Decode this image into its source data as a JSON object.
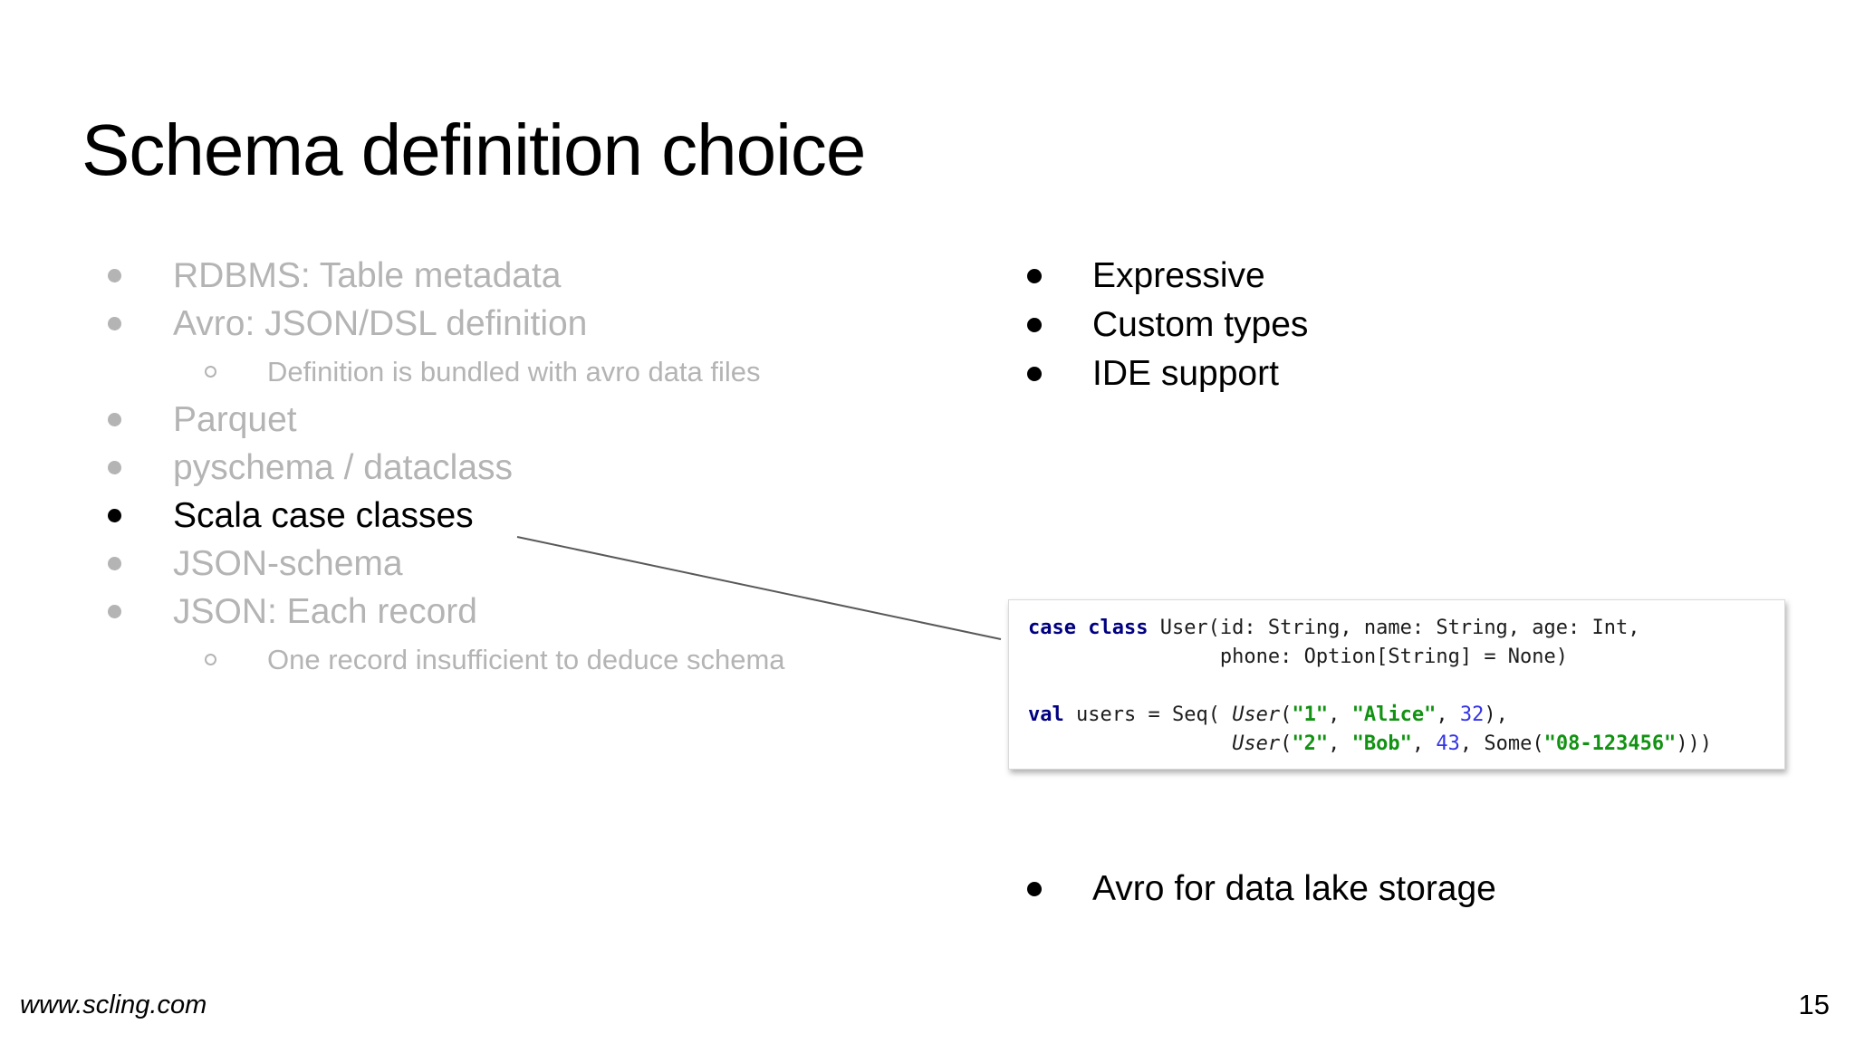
{
  "slide": {
    "title": "Schema definition choice",
    "footer": {
      "site": "www.scling.com",
      "page_number": "15"
    }
  },
  "left_list": {
    "items": [
      {
        "text": "RDBMS: Table metadata",
        "level": 1,
        "state": "dimmed"
      },
      {
        "text": "Avro: JSON/DSL definition",
        "level": 1,
        "state": "dimmed"
      },
      {
        "text": "Definition is bundled with avro data files",
        "level": 2,
        "state": "dimmed"
      },
      {
        "text": "Parquet",
        "level": 1,
        "state": "dimmed"
      },
      {
        "text": "pyschema / dataclass",
        "level": 1,
        "state": "dimmed"
      },
      {
        "text": "Scala case classes",
        "level": 1,
        "state": "highlighted"
      },
      {
        "text": "JSON-schema",
        "level": 1,
        "state": "dimmed"
      },
      {
        "text": "JSON: Each record",
        "level": 1,
        "state": "dimmed"
      },
      {
        "text": "One record insufficient to deduce schema",
        "level": 2,
        "state": "dimmed"
      }
    ]
  },
  "right_list": {
    "items": [
      {
        "text": "Expressive"
      },
      {
        "text": "Custom types"
      },
      {
        "text": "IDE support"
      }
    ]
  },
  "bottom_note": {
    "text": "Avro for data lake storage"
  },
  "connector": {
    "from": "Scala case classes",
    "to": "code_block"
  },
  "code_block": {
    "language": "scala",
    "lines": [
      {
        "segments": [
          {
            "type": "kw",
            "text": "case class"
          },
          {
            "type": "plain",
            "text": " User(id: String, name: String, age: Int,"
          }
        ]
      },
      {
        "segments": [
          {
            "type": "plain",
            "text": "                phone: Option[String] = None)"
          }
        ]
      },
      {
        "segments": []
      },
      {
        "segments": [
          {
            "type": "kw",
            "text": "val"
          },
          {
            "type": "plain",
            "text": " users = Seq( "
          },
          {
            "type": "ital",
            "text": "User"
          },
          {
            "type": "plain",
            "text": "("
          },
          {
            "type": "str",
            "text": "\"1\""
          },
          {
            "type": "plain",
            "text": ", "
          },
          {
            "type": "str",
            "text": "\"Alice\""
          },
          {
            "type": "plain",
            "text": ", "
          },
          {
            "type": "num",
            "text": "32"
          },
          {
            "type": "plain",
            "text": "),"
          }
        ]
      },
      {
        "segments": [
          {
            "type": "plain",
            "text": "                 "
          },
          {
            "type": "ital",
            "text": "User"
          },
          {
            "type": "plain",
            "text": "("
          },
          {
            "type": "str",
            "text": "\"2\""
          },
          {
            "type": "plain",
            "text": ", "
          },
          {
            "type": "str",
            "text": "\"Bob\""
          },
          {
            "type": "plain",
            "text": ", "
          },
          {
            "type": "num",
            "text": "43"
          },
          {
            "type": "plain",
            "text": ", Some("
          },
          {
            "type": "str",
            "text": "\"08-123456\""
          },
          {
            "type": "plain",
            "text": ")))"
          }
        ]
      }
    ]
  },
  "colors": {
    "dimmed_text": "#b4b4b4",
    "highlight_text": "#000000",
    "keyword": "#000080",
    "string": "#129212",
    "number": "#3333e6",
    "connector_line": "#595959"
  }
}
